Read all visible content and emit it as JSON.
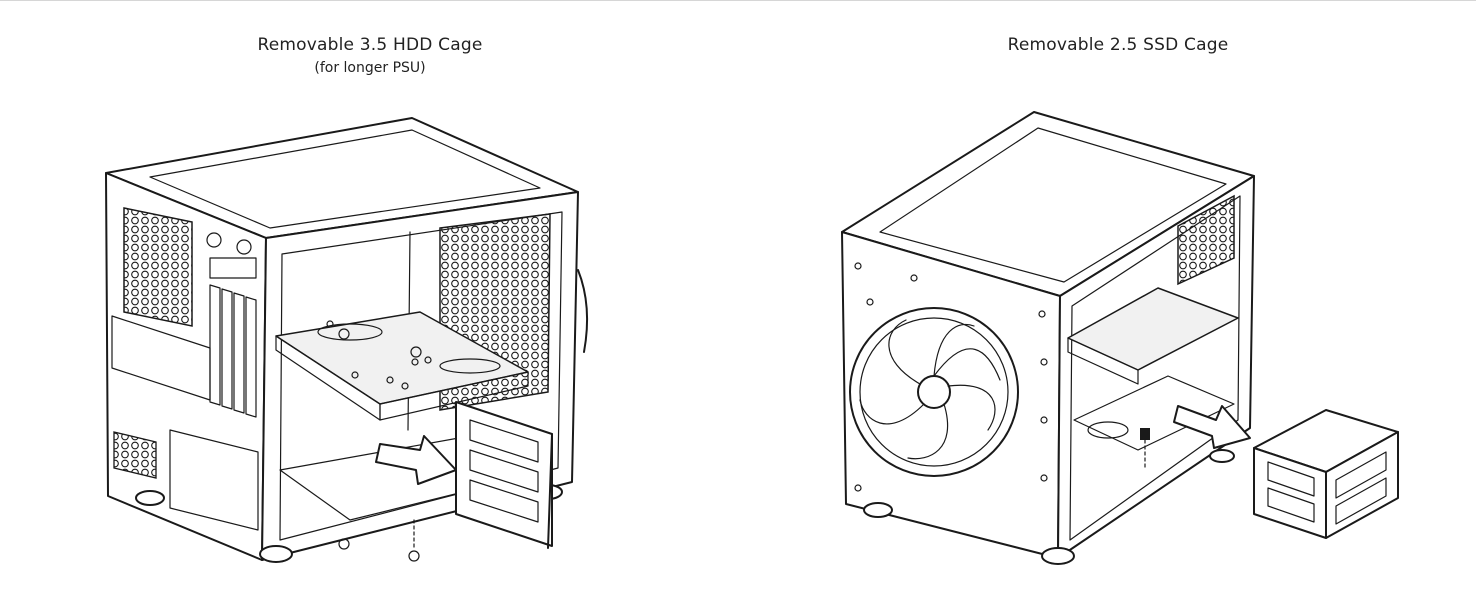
{
  "left": {
    "title": "Removable 3.5 HDD Cage",
    "subtitle": "(for longer PSU)"
  },
  "right": {
    "title": "Removable 2.5 SSD Cage"
  }
}
